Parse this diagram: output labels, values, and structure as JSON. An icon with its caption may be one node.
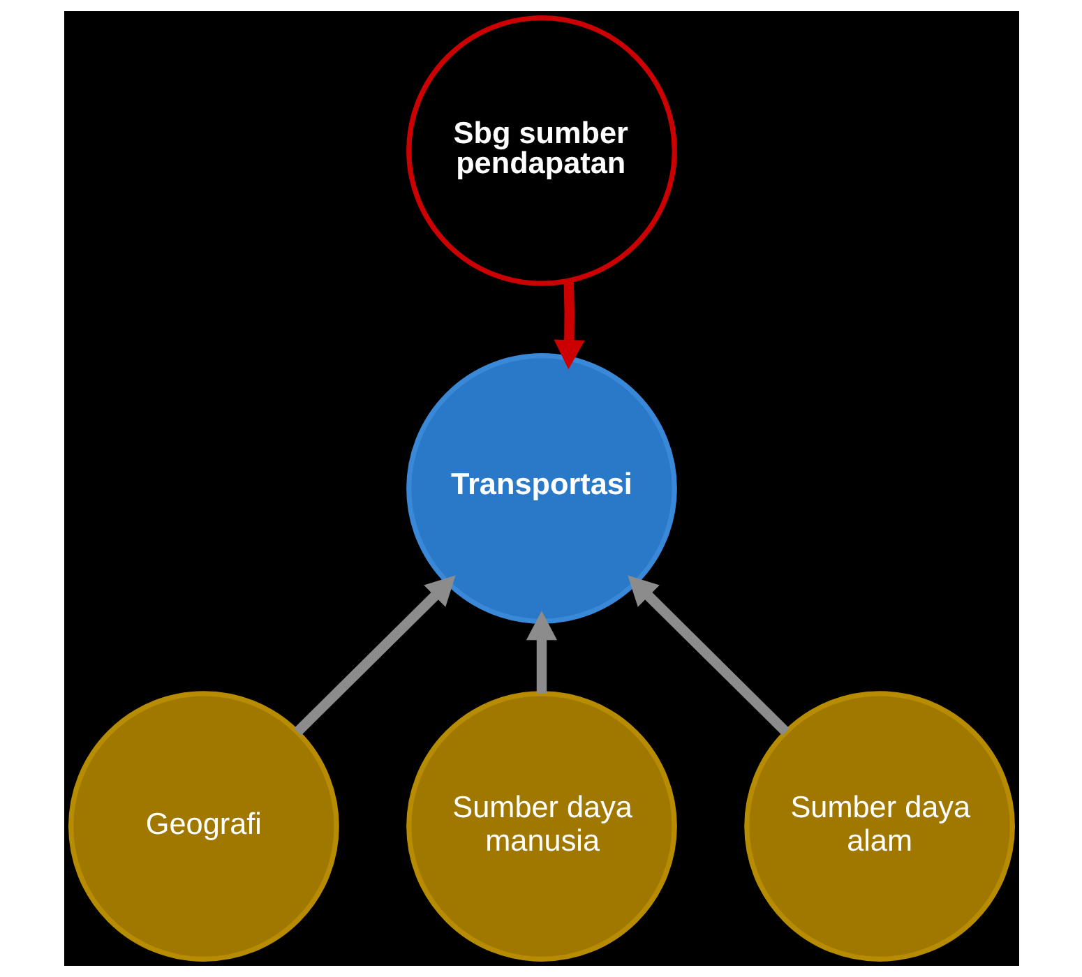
{
  "diagram": {
    "nodes": [
      {
        "text": [
          "Transportasi"
        ]
      },
      {
        "text": [
          "Sbg sumber pendapatan"
        ]
      },
      {
        "text": [
          "Geografi"
        ]
      },
      {
        "text": [
          "Sumber daya manusia"
        ]
      },
      {
        "text": [
          "Sumber daya alam"
        ]
      }
    ],
    "edges": [
      {
        "from": 1,
        "to": 0,
        "arrow": "to",
        "color": "#cc0000"
      },
      {
        "from": 2,
        "to": 0,
        "arrow": "to"
      },
      {
        "from": 3,
        "to": 0,
        "arrow": "to"
      },
      {
        "from": 4,
        "to": 0,
        "arrow": "to"
      }
    ]
  }
}
